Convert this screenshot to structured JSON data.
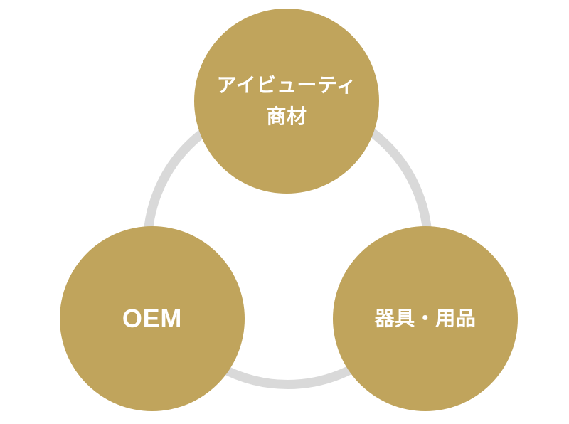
{
  "diagram": {
    "background_color": "#ffffff",
    "ring": {
      "color": "#d9d9d9"
    },
    "circle_color": "#c0a45c",
    "text_color": "#ffffff",
    "circles": [
      {
        "id": "eyebeauty-products",
        "position": "top",
        "label_lines": [
          "アイビューティ",
          "商材"
        ]
      },
      {
        "id": "oem",
        "position": "bottom-left",
        "label_lines": [
          "OEM"
        ]
      },
      {
        "id": "equipment-supplies",
        "position": "bottom-right",
        "label_lines": [
          "器具・用品"
        ]
      }
    ]
  }
}
